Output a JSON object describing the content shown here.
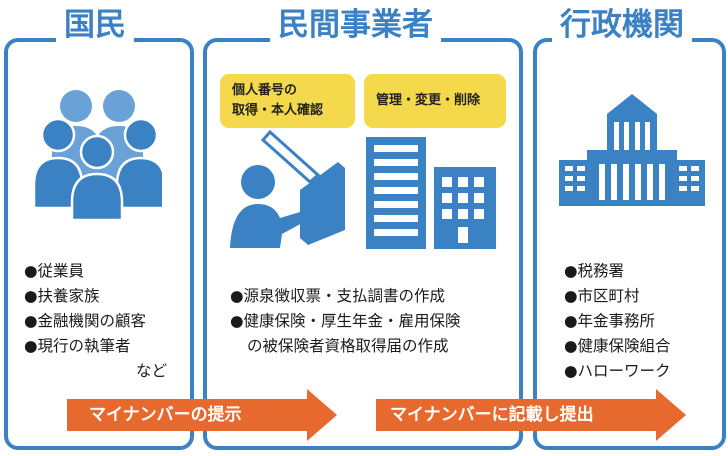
{
  "panels": {
    "citizens": {
      "title": "国民",
      "items": [
        "従業員",
        "扶養家族",
        "金融機関の顧客",
        "現行の執筆者"
      ],
      "note": "など"
    },
    "business": {
      "title": "民間事業者",
      "box1_line1": "個人番号の",
      "box1_line2": "取得・本人確認",
      "box2": "管理・変更・削除",
      "items": [
        "源泉徴収票・支払調書の作成",
        "健康保険・厚生年金・雇用保険"
      ],
      "item_cont": "の被保険者資格取得届の作成"
    },
    "government": {
      "title": "行政機関",
      "items": [
        "税務署",
        "市区町村",
        "年金事務所",
        "健康保険組合",
        "ハローワーク"
      ]
    }
  },
  "arrows": {
    "present": "マイナンバーの提示",
    "submit": "マイナンバーに記載し提出"
  },
  "colors": {
    "blue": "#3b82c4",
    "light_blue": "#6aa2d8",
    "yellow": "#f5d94c",
    "orange": "#e8692e"
  }
}
